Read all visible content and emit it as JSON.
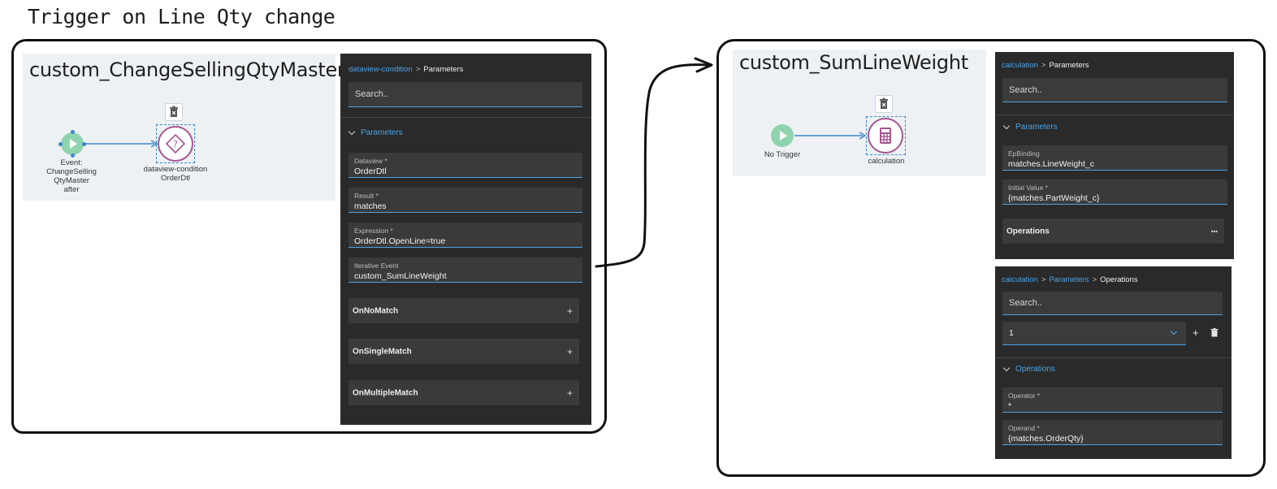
{
  "page_title": "Trigger on Line Qty change",
  "left": {
    "workflow_title": "custom_ChangeSellingQtyMaster",
    "trigger_label": "Event:\nChangeSelling\nQtyMaster\nafter",
    "action_label": "dataview-condition\nOrderDtl",
    "action_icon": "question-diamond-icon",
    "panel": {
      "crumb_link": "dataview-condition",
      "crumb_sep": ">",
      "crumb_current": "Parameters",
      "search_placeholder": "Search..",
      "section": "Parameters",
      "fields": [
        {
          "label": "Dataview *",
          "value": "OrderDtl"
        },
        {
          "label": "Result *",
          "value": "matches"
        },
        {
          "label": "Expression *",
          "value": "OrderDtl.OpenLine=true"
        },
        {
          "label": "Iterative Event",
          "value": "custom_SumLineWeight"
        }
      ],
      "expanders": [
        {
          "label": "OnNoMatch",
          "icon": "+"
        },
        {
          "label": "OnSingleMatch",
          "icon": "+"
        },
        {
          "label": "OnMultipleMatch",
          "icon": "+"
        }
      ]
    }
  },
  "right": {
    "workflow_title": "custom_SumLineWeight",
    "trigger_label": "No Trigger",
    "action_label": "calculation",
    "action_icon": "calculator-icon",
    "panel1": {
      "crumb_link": "calculation",
      "crumb_sep": ">",
      "crumb_current": "Parameters",
      "search_placeholder": "Search..",
      "section": "Parameters",
      "fields": [
        {
          "label": "EpBinding",
          "value": "matches.LineWeight_c"
        },
        {
          "label": "Initial Value *",
          "value": "{matches.PartWeight_c}"
        }
      ],
      "expander": {
        "label": "Operations",
        "icon": "•••"
      }
    },
    "panel2": {
      "crumb_link1": "calculation",
      "crumb_link2": "Parameters",
      "crumb_sep": ">",
      "crumb_current": "Operations",
      "search_placeholder": "Search..",
      "select_value": "1",
      "section": "Operations",
      "fields": [
        {
          "label": "Operator *",
          "value": "*"
        },
        {
          "label": "Operand *",
          "value": "{matches.OrderQty}"
        }
      ]
    }
  },
  "colors": {
    "panel_bg": "#2a2a2a",
    "accent": "#4aa3e8",
    "node_accent": "#a4568f",
    "trigger_green": "#8fd4ae"
  }
}
